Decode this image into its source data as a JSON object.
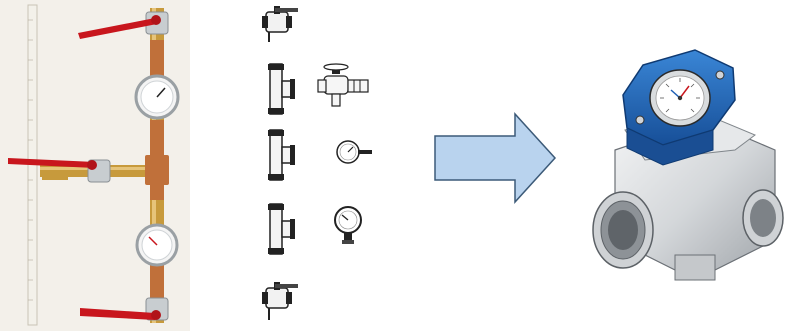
{
  "figure": {
    "panels": [
      {
        "name": "photo-assembly",
        "depicts": "pipe-assembly-photo"
      },
      {
        "name": "component-icons",
        "depicts": "component-list"
      },
      {
        "name": "transition-arrow",
        "depicts": "arrow-right-icon"
      },
      {
        "name": "compact-valve",
        "depicts": "3d-valve-render"
      }
    ],
    "components": [
      {
        "row": 1,
        "items": [
          "ball-valve-icon"
        ]
      },
      {
        "row": 2,
        "items": [
          "tee-fitting-icon",
          "thermostatic-valve-icon"
        ]
      },
      {
        "row": 3,
        "items": [
          "tee-fitting-icon",
          "thermometer-icon"
        ]
      },
      {
        "row": 4,
        "items": [
          "tee-fitting-icon",
          "pressure-gauge-icon"
        ]
      },
      {
        "row": 5,
        "items": [
          "ball-valve-icon"
        ]
      }
    ],
    "colors": {
      "handle_red": "#c8161d",
      "brass": "#c79a3c",
      "copper": "#c0703a",
      "arrow_fill": "#b9d3ee",
      "arrow_stroke": "#3c5a78",
      "valve_blue": "#1e5fb4",
      "valve_silver": "#d9dcde"
    }
  }
}
